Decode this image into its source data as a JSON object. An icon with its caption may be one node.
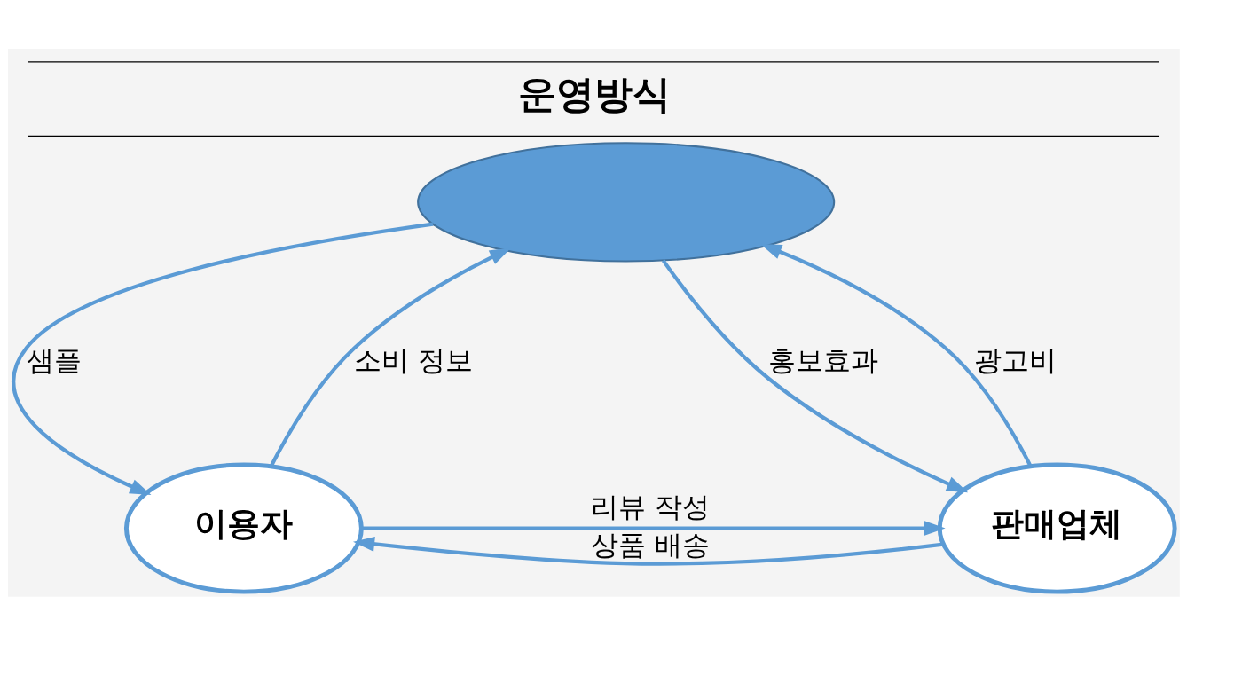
{
  "diagram": {
    "title": "운영방식",
    "nodes": [
      {
        "text": [],
        "shape": "ellipse"
      },
      {
        "text": [
          "이용자"
        ]
      },
      {
        "text": [
          "판매업체"
        ]
      }
    ],
    "edges": [
      {
        "from": 0,
        "to": 1,
        "arrow": "to",
        "label": "샘플"
      },
      {
        "from": 1,
        "to": 0,
        "arrow": "to",
        "label": "소비 정보"
      },
      {
        "from": 0,
        "to": 2,
        "arrow": "to",
        "label": "홍보효과"
      },
      {
        "from": 2,
        "to": 0,
        "arrow": "to",
        "label": "광고비"
      },
      {
        "from": 1,
        "to": 2,
        "arrow": "to",
        "label": "리뷰 작성"
      },
      {
        "from": 2,
        "to": 1,
        "arrow": "to",
        "label": "상품 배송"
      }
    ]
  }
}
